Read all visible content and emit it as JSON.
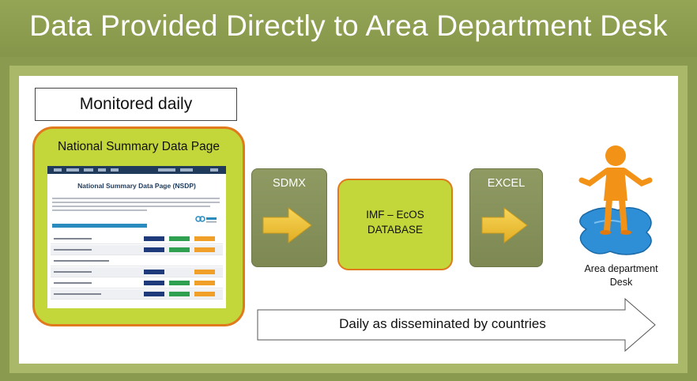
{
  "title": "Data Provided Directly to Area Department Desk",
  "monitored": "Monitored daily",
  "nsdp": {
    "heading": "National Summary Data Page",
    "screenshot_title": "National Summary Data Page (NSDP)"
  },
  "sdmx": "SDMX",
  "imf": {
    "line1": "IMF – EcOS",
    "line2": "DATABASE"
  },
  "excel": "EXCEL",
  "desk": {
    "line1": "Area department",
    "line2": "Desk"
  },
  "daily": "Daily as disseminated by countries",
  "colors": {
    "background": "#8a9a4e",
    "panel": "#aab86a",
    "lime": "#c3d63a",
    "orange_border": "#e07a1c",
    "olive_box": "#859057",
    "arrow_yellow": "#f2c43a"
  }
}
